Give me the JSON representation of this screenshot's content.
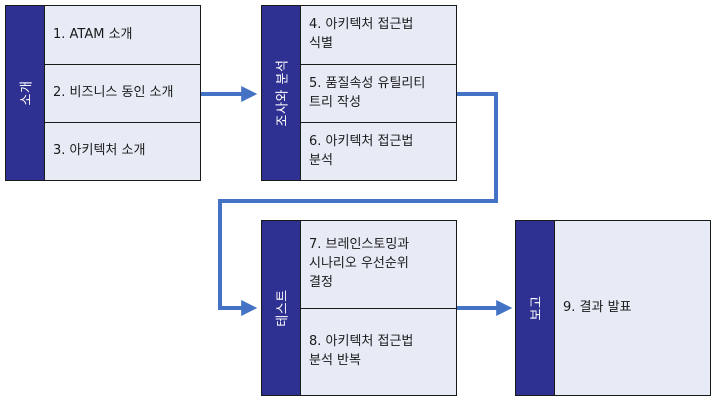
{
  "diagram": {
    "colors": {
      "header": "#2e3192",
      "body": "#e6ebf5",
      "arrow": "#4472c4",
      "border": "#1a1a1a"
    },
    "phases": [
      {
        "label": "소개",
        "steps": [
          "1. ATAM 소개",
          "2. 비즈니스 동인 소개",
          "3. 아키텍처 소개"
        ]
      },
      {
        "label": "조사와 분석",
        "steps": [
          "4. 아키텍처 접근법\n식별",
          "5. 품질속성 유틸리티\n트리 작성",
          "6. 아키텍처 접근법\n분석"
        ]
      },
      {
        "label": "테스트",
        "steps": [
          "7. 브레인스토밍과\n시나리오 우선순위\n결정",
          "8. 아키텍처 접근법\n분석 반복"
        ]
      },
      {
        "label": "보고",
        "steps": [
          "9. 결과 발표"
        ]
      }
    ]
  }
}
